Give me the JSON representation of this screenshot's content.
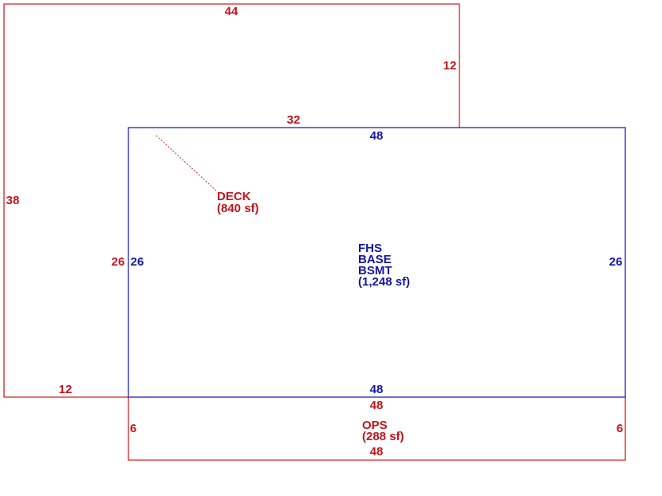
{
  "colors": {
    "deck": "#c0141c",
    "main": "#1414a8"
  },
  "deck": {
    "name": "DECK",
    "area": "(840 sf)",
    "dims": {
      "top": "44",
      "right_upper": "12",
      "inner_top": "32",
      "left": "38",
      "inner_left": "26",
      "bottom": "12"
    }
  },
  "main": {
    "name_lines": [
      "FHS",
      "BASE",
      "BSMT"
    ],
    "area": "(1,248 sf)",
    "dims": {
      "top": "48",
      "left": "26",
      "right": "26",
      "bottom": "48"
    }
  },
  "ops": {
    "name": "OPS",
    "area": "(288 sf)",
    "dims": {
      "top": "48",
      "left": "6",
      "right": "6",
      "bottom": "48"
    }
  }
}
